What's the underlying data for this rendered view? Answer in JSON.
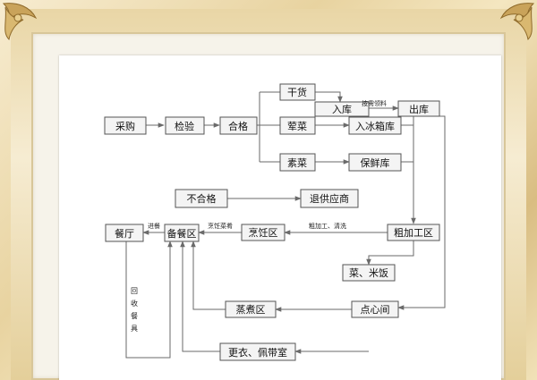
{
  "nodes": {
    "purchase": "采购",
    "inspection": "检验",
    "qualified": "合格",
    "dry_goods": "干货",
    "meat": "荤菜",
    "veg": "素菜",
    "storage": "入库",
    "freezer": "入冰箱库",
    "fresh_storage": "保鲜库",
    "outbound": "出库",
    "unqualified": "不合格",
    "return_supplier": "退供应商",
    "rough_processing": "粗加工区",
    "cooking": "烹饪区",
    "serving_prep": "备餐区",
    "restaurant": "餐厅",
    "dishes_rice": "菜、米饭",
    "pastry": "点心间",
    "steaming": "蒸煮区",
    "changing_room": "更衣、佩带室"
  },
  "labels": {
    "requisition": "按需领料",
    "rough_wash": "粗加工、清洗",
    "cooked_dishes": "烹饪菜肴",
    "serve_meal": "进餐",
    "recycle_tableware": "回收餐具"
  },
  "colors": {
    "line": "#6a6a6a",
    "box_fill": "#f4f4f4",
    "box_stroke": "#555555",
    "text": "#111111",
    "frame_gold": "#c9a35a"
  }
}
